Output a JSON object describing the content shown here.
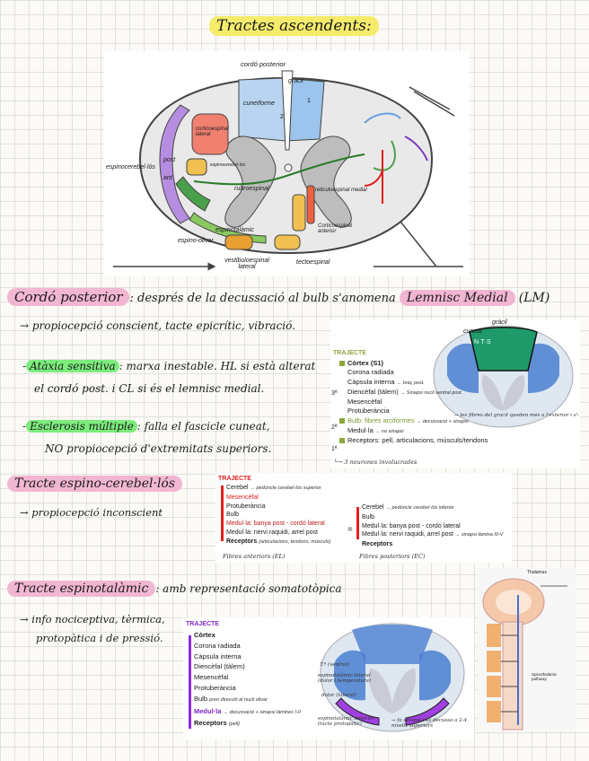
{
  "header": {
    "title": "Tractes ascendents:"
  },
  "cord_diagram": {
    "labels": {
      "cordo_posterior": "cordó posterior",
      "gracil": "gràcil",
      "cuneiforme": "cuneïforme",
      "corticoespinal_lateral": "corticoespinal lateral",
      "espinocerebel_los": "espinocerebel·lós",
      "post": "post",
      "ant": "ant",
      "espinocerebel_los_short": "espinocerebel·lós",
      "rubroespinal": "rubroespinal",
      "reticuloespinal_medial": "reticuloespinal medial",
      "espinotalamic": "espinotalàmic",
      "espino_olivar": "espino-olivar",
      "corticoespinal_anterior": "Corticoespinal anterior",
      "vestibuloespinal_lateral": "vestibuloespinal lateral",
      "tectoespinal": "tectoespinal",
      "num_1": "1",
      "num_2": "2"
    }
  },
  "section1": {
    "title": "Cordó posterior",
    "title_rest": ": després de la decussació al bulb s'anomena",
    "lm_label": "Lemnisc Medial",
    "lm_abbr": "(LM)",
    "line1": "→ propiocepció conscient, tacte epicrític, vibració.",
    "ataxia_label": "Atàxia sensitiva",
    "ataxia_rest": ": marxa inestable. HL si està alterat",
    "ataxia_line2": "el cordó post. i CL si és el lemnisc medial.",
    "esclerosis_label": "Esclerosis múltiple",
    "esclerosis_rest": ": falla el fascicle cuneat,",
    "esclerosis_line2": "NO propiocepció d'extremitats superiors."
  },
  "traj1": {
    "title": "TRAJECTE",
    "items": [
      "Còrtex (S1)",
      "Corona radiada",
      "Càpsula interna",
      "Diencèfal (tàlem)",
      "Mesencèfal",
      "Protuberància",
      "Bulb: fibres arciformes",
      "Medul·la",
      "Receptors: pell, articulacions, músculs/tendons"
    ],
    "note_capsula": "→ braç post.",
    "note_diencefal": "→ Sinapsi nucli ventral post.",
    "note_bulb": "→ decussació + sinapsi",
    "note_medulla": "→ no sinapsi",
    "note_right": "→ les fibres del grácil queden més a l'exterior i s'unifiquen post",
    "note_bottom": "└→ 3 neurones involucrades",
    "label_3": "3ª",
    "label_2": "2ª",
    "label_1": "1ª",
    "cord_labels": {
      "cuneat": "cuneat",
      "gracil": "gràcil",
      "num": "N·T·S"
    }
  },
  "section2": {
    "title": "Tracte espino-cerebel·lós",
    "line1": "→ propiocepció inconscient"
  },
  "traj2": {
    "title": "TRAJECTE",
    "left_items": [
      "Cerebel",
      "Mesencèfal",
      "Protuberància",
      "Bulb",
      "Medul·la: banya post - cordó lateral",
      "Medul·la: nervi raquidi, arrel post",
      "Receptors"
    ],
    "left_notes": {
      "cerebel": "→ pedúncle cerebel·lós superior",
      "receptors": "(articulacions, tendons, músculs)"
    },
    "left_footer": "Fibres anteriors (EL)",
    "right_items": [
      "Cerebel",
      "Bulb",
      "Medul·la: banya post - cordó lateral",
      "Medul·la: nervi raquidi, arrel post",
      "Receptors"
    ],
    "right_notes": {
      "cerebel": "→ pedúncle cerebel·lós inferior",
      "raquidi": "→ sinapsi làmina III-V"
    },
    "right_footer": "Fibres posteriors (EC)",
    "equals": "="
  },
  "section3": {
    "title": "Tracte espinotalàmic",
    "title_rest": ": amb representació somatotòpica",
    "line1": "→ info nociceptiva, tèrmica,",
    "line2": "protopàtica i de pressió."
  },
  "traj3": {
    "title": "TRAJECTE",
    "items": [
      "Còrtex",
      "Corona radiada",
      "Càpsula interna",
      "Diencèfal (tàlem)",
      "Mesencèfal",
      "Protuberància",
      "Bulb",
      "Medul·la",
      "Receptors"
    ],
    "note_bulb": "pren direcció al nucli olivar",
    "note_medulla": "→ decussació + sinapsi làmines I-II",
    "note_receptors": "(pell)",
    "cord_notes": [
      "T.ª (ventral)",
      "espinotalàmic lateral (dolor i temperatura)",
      "dolor (lateral)",
      "espinotalàmic anterior (tacte protopàtic)",
      "→ fa sinapsi i es decussa a 2-4 nivells superiors"
    ]
  },
  "fig": {
    "title": "Thalamus",
    "note": "Spinothalamic pathway"
  },
  "colors": {
    "yellow": "#f5ec6c",
    "pink": "#f1b6d2",
    "green": "#7cec7c",
    "purple": "#8a2be2",
    "red": "#e02020",
    "olive": "#8ca83c"
  }
}
